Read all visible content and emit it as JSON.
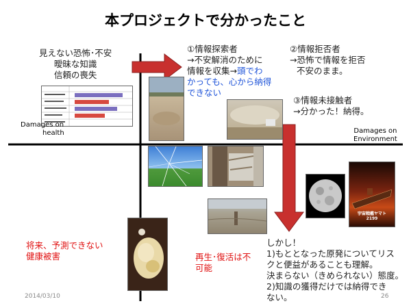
{
  "slide": {
    "title": "本プロジェクトで分かったこと",
    "fears": [
      "見えない恐怖･不安",
      "曖昧な知識",
      "信頼の喪失"
    ],
    "axis": {
      "health_1": "Damages on",
      "health_2": "health",
      "env_1": "Damages on",
      "env_2": "Environment"
    },
    "group1": {
      "heading": "①情報探索者",
      "line2": "→不安解消のために",
      "line3a": "情報を収集→",
      "line3b": "頭でわ",
      "line4": "かっても、心から納得",
      "line5": "できない"
    },
    "group2": {
      "heading": "②情報拒否者",
      "line2": "→恐怖で情報を拒否",
      "line3": "不安のまま。"
    },
    "group3": {
      "heading": "③情報未接触者",
      "line2": "→分かった！納得。"
    },
    "health_damage": [
      "将来、予測できない",
      "健康被害"
    ],
    "no_regen": [
      "再生･復活は不",
      "可能"
    ],
    "conclusion": [
      "しかし！",
      "1)もととなった原発についてリス",
      "クと便益があることも理解。",
      "決まらない（きめられない）態度。",
      "2)知識の獲得だけでは納得でき",
      "ない。"
    ],
    "date": "2014/03/10",
    "page": "26",
    "poster_text": "宇宙戦艦ヤマト2199",
    "colors": {
      "arrow": "#c8302e",
      "red_text": "#e01010",
      "blue_text": "#1f54d9"
    }
  }
}
